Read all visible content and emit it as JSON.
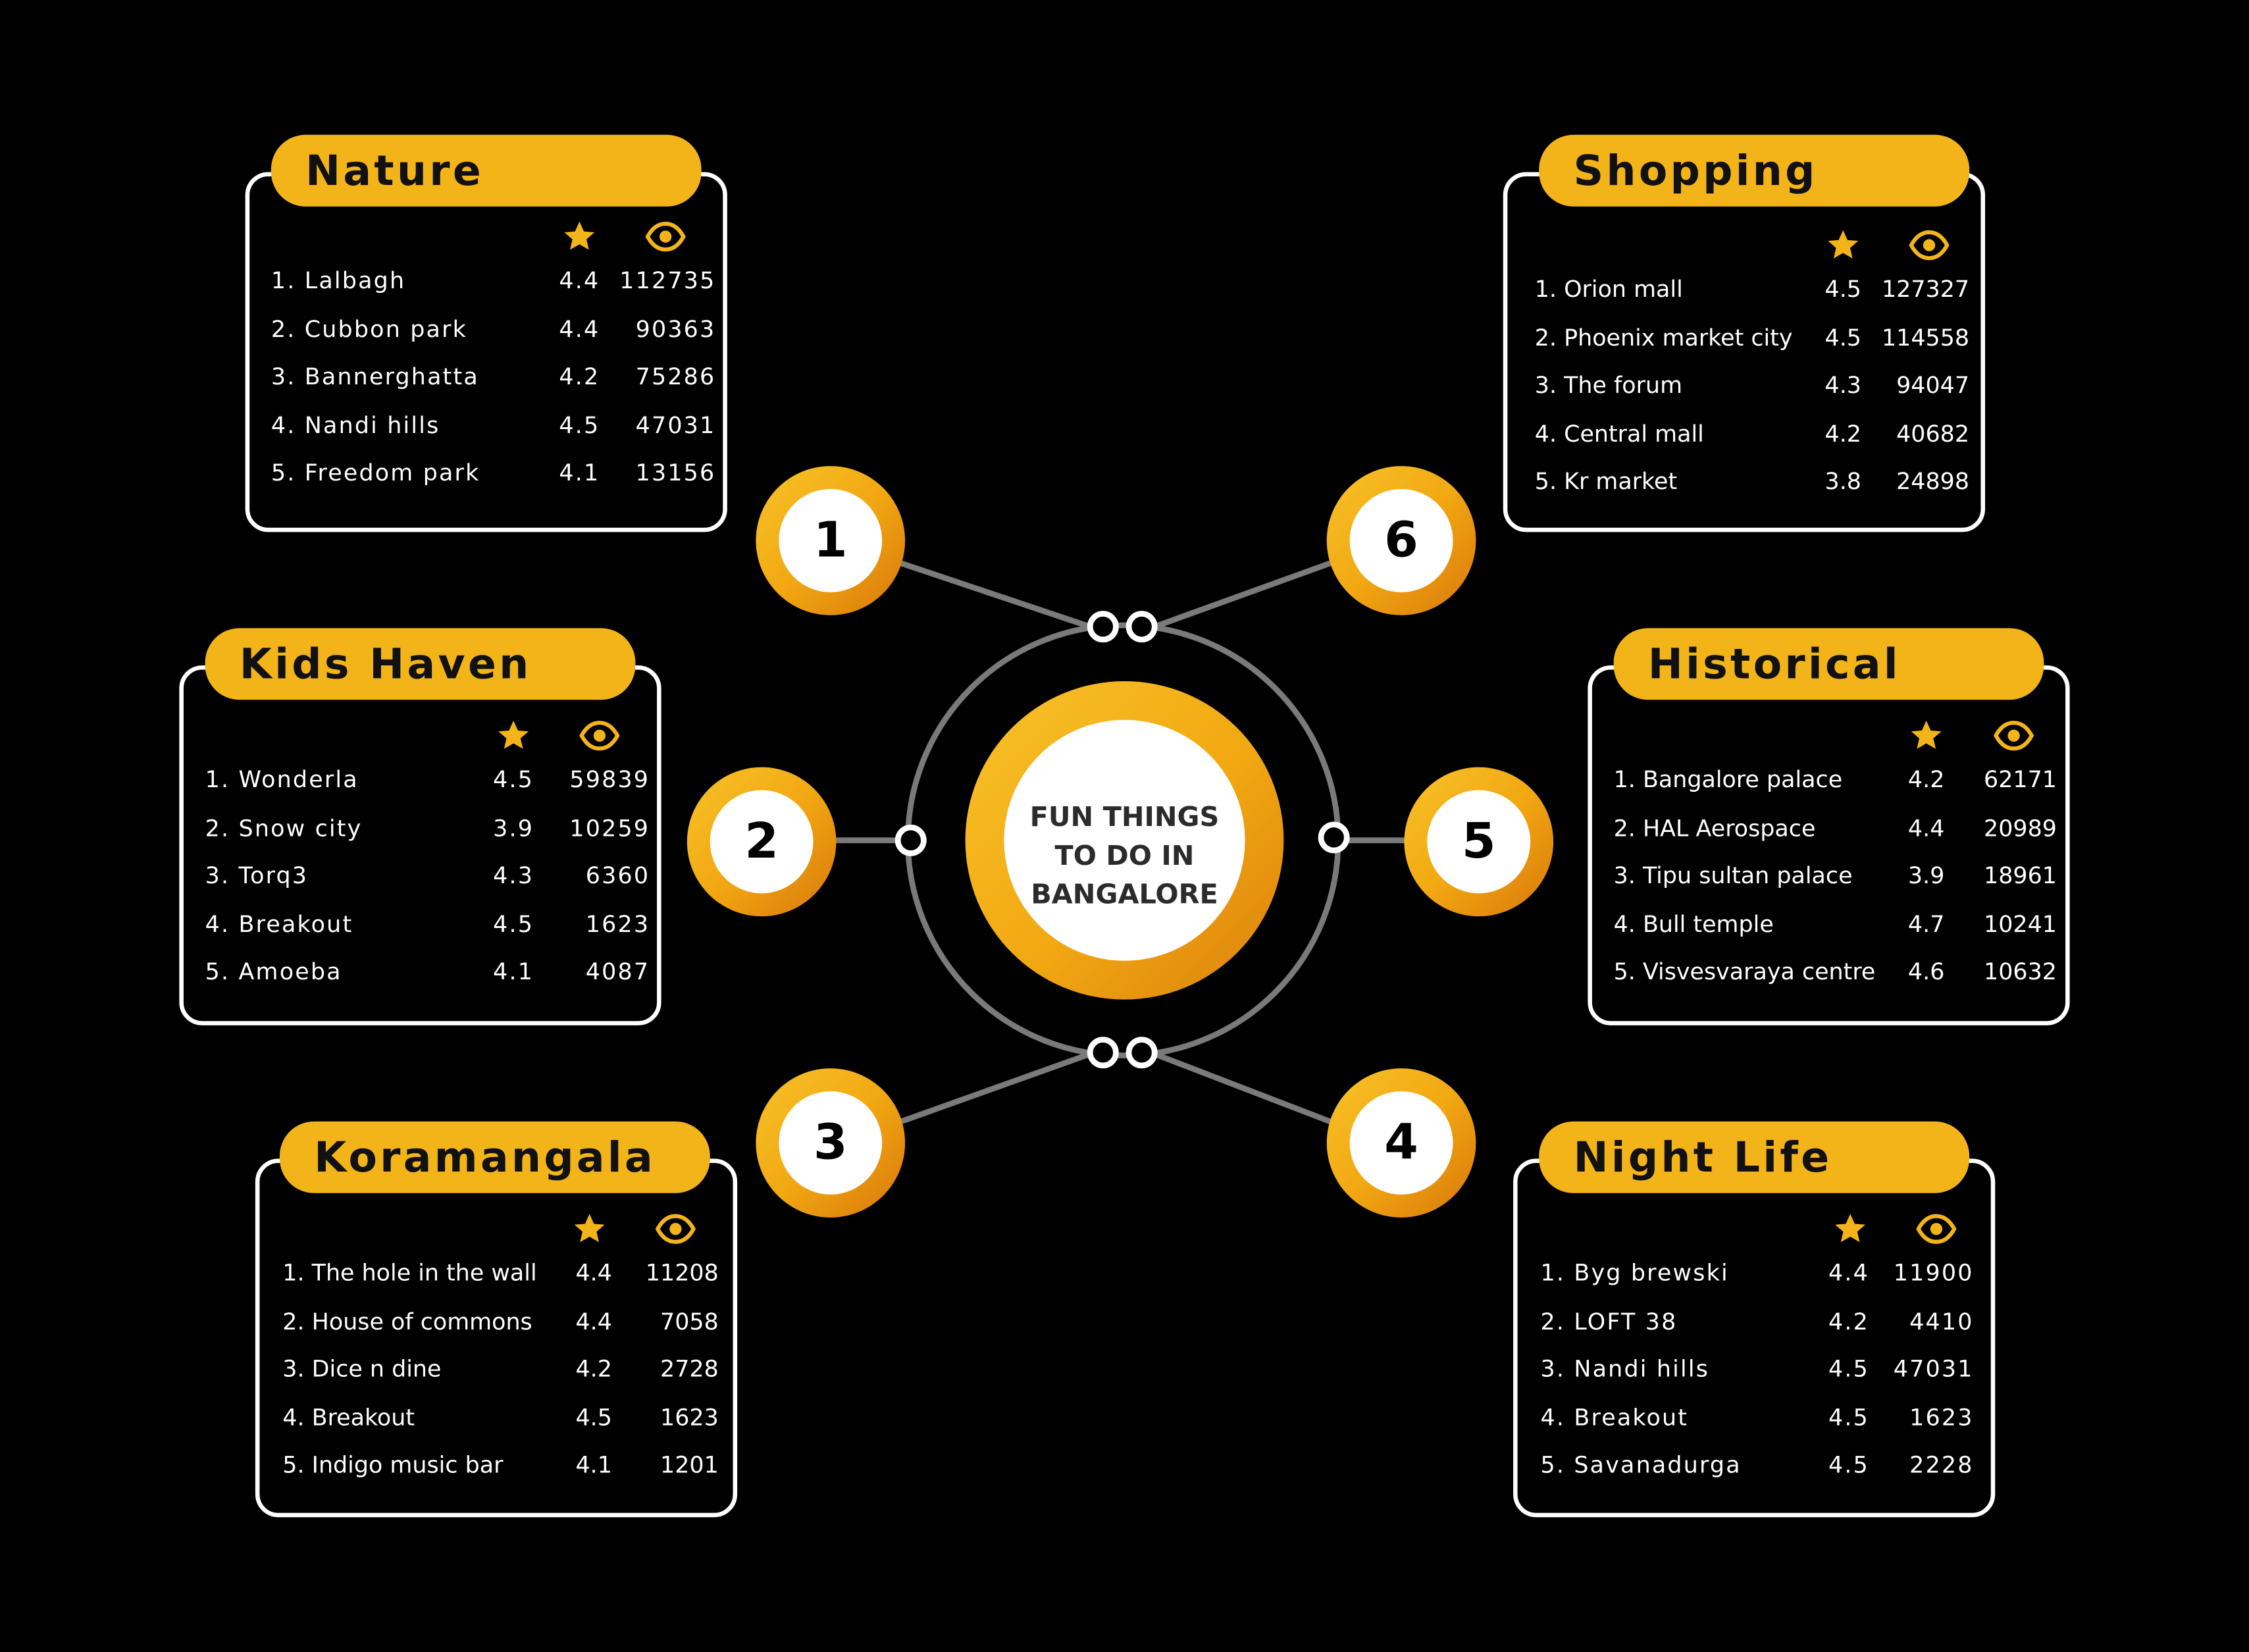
{
  "title": "FUN THINGS\nTO DO IN\nBANGALORE",
  "colors": {
    "accent": "#f3b419",
    "accent_dark": "#d8770b",
    "background": "#000000",
    "connector": "#7a7a7a"
  },
  "icons": {
    "rating": "star-icon",
    "views": "eye-icon"
  },
  "nodes": [
    {
      "number": "1",
      "category": "Nature"
    },
    {
      "number": "2",
      "category": "Kids Haven"
    },
    {
      "number": "3",
      "category": "Koramangala"
    },
    {
      "number": "4",
      "category": "Night Life"
    },
    {
      "number": "5",
      "category": "Historical"
    },
    {
      "number": "6",
      "category": "Shopping"
    }
  ],
  "cards": {
    "nature": {
      "title": "Nature",
      "rows": [
        {
          "name": "1. Lalbagh",
          "rating": "4.4",
          "views": "112735"
        },
        {
          "name": "2. Cubbon park",
          "rating": "4.4",
          "views": "90363"
        },
        {
          "name": "3. Bannerghatta",
          "rating": "4.2",
          "views": "75286"
        },
        {
          "name": "4. Nandi hills",
          "rating": "4.5",
          "views": "47031"
        },
        {
          "name": "5. Freedom park",
          "rating": "4.1",
          "views": "13156"
        }
      ]
    },
    "kids_haven": {
      "title": "Kids Haven",
      "rows": [
        {
          "name": "1. Wonderla",
          "rating": "4.5",
          "views": "59839"
        },
        {
          "name": "2. Snow city",
          "rating": "3.9",
          "views": "10259"
        },
        {
          "name": "3. Torq3",
          "rating": "4.3",
          "views": "6360"
        },
        {
          "name": "4. Breakout",
          "rating": "4.5",
          "views": "1623"
        },
        {
          "name": "5. Amoeba",
          "rating": "4.1",
          "views": "4087"
        }
      ]
    },
    "koramangala": {
      "title": "Koramangala",
      "rows": [
        {
          "name": "1. The hole in the wall",
          "rating": "4.4",
          "views": "11208"
        },
        {
          "name": "2. House of commons",
          "rating": "4.4",
          "views": "7058"
        },
        {
          "name": "3. Dice n dine",
          "rating": "4.2",
          "views": "2728"
        },
        {
          "name": "4. Breakout",
          "rating": "4.5",
          "views": "1623"
        },
        {
          "name": "5. Indigo music bar",
          "rating": "4.1",
          "views": "1201"
        }
      ]
    },
    "shopping": {
      "title": "Shopping",
      "rows": [
        {
          "name": "1. Orion mall",
          "rating": "4.5",
          "views": "127327"
        },
        {
          "name": "2. Phoenix market city",
          "rating": "4.5",
          "views": "114558"
        },
        {
          "name": "3. The forum",
          "rating": "4.3",
          "views": "94047"
        },
        {
          "name": "4. Central mall",
          "rating": "4.2",
          "views": "40682"
        },
        {
          "name": "5. Kr market",
          "rating": "3.8",
          "views": "24898"
        }
      ]
    },
    "historical": {
      "title": "Historical",
      "rows": [
        {
          "name": "1. Bangalore palace",
          "rating": "4.2",
          "views": "62171"
        },
        {
          "name": "2. HAL Aerospace",
          "rating": "4.4",
          "views": "20989"
        },
        {
          "name": "3. Tipu sultan palace",
          "rating": "3.9",
          "views": "18961"
        },
        {
          "name": "4. Bull temple",
          "rating": "4.7",
          "views": "10241"
        },
        {
          "name": "5. Visvesvaraya centre",
          "rating": "4.6",
          "views": "10632"
        }
      ]
    },
    "night_life": {
      "title": "Night Life",
      "rows": [
        {
          "name": "1. Byg brewski",
          "rating": "4.4",
          "views": "11900"
        },
        {
          "name": "2. LOFT 38",
          "rating": "4.2",
          "views": "4410"
        },
        {
          "name": "3. Nandi hills",
          "rating": "4.5",
          "views": "47031"
        },
        {
          "name": "4. Breakout",
          "rating": "4.5",
          "views": "1623"
        },
        {
          "name": "5. Savanadurga",
          "rating": "4.5",
          "views": "2228"
        }
      ]
    }
  }
}
